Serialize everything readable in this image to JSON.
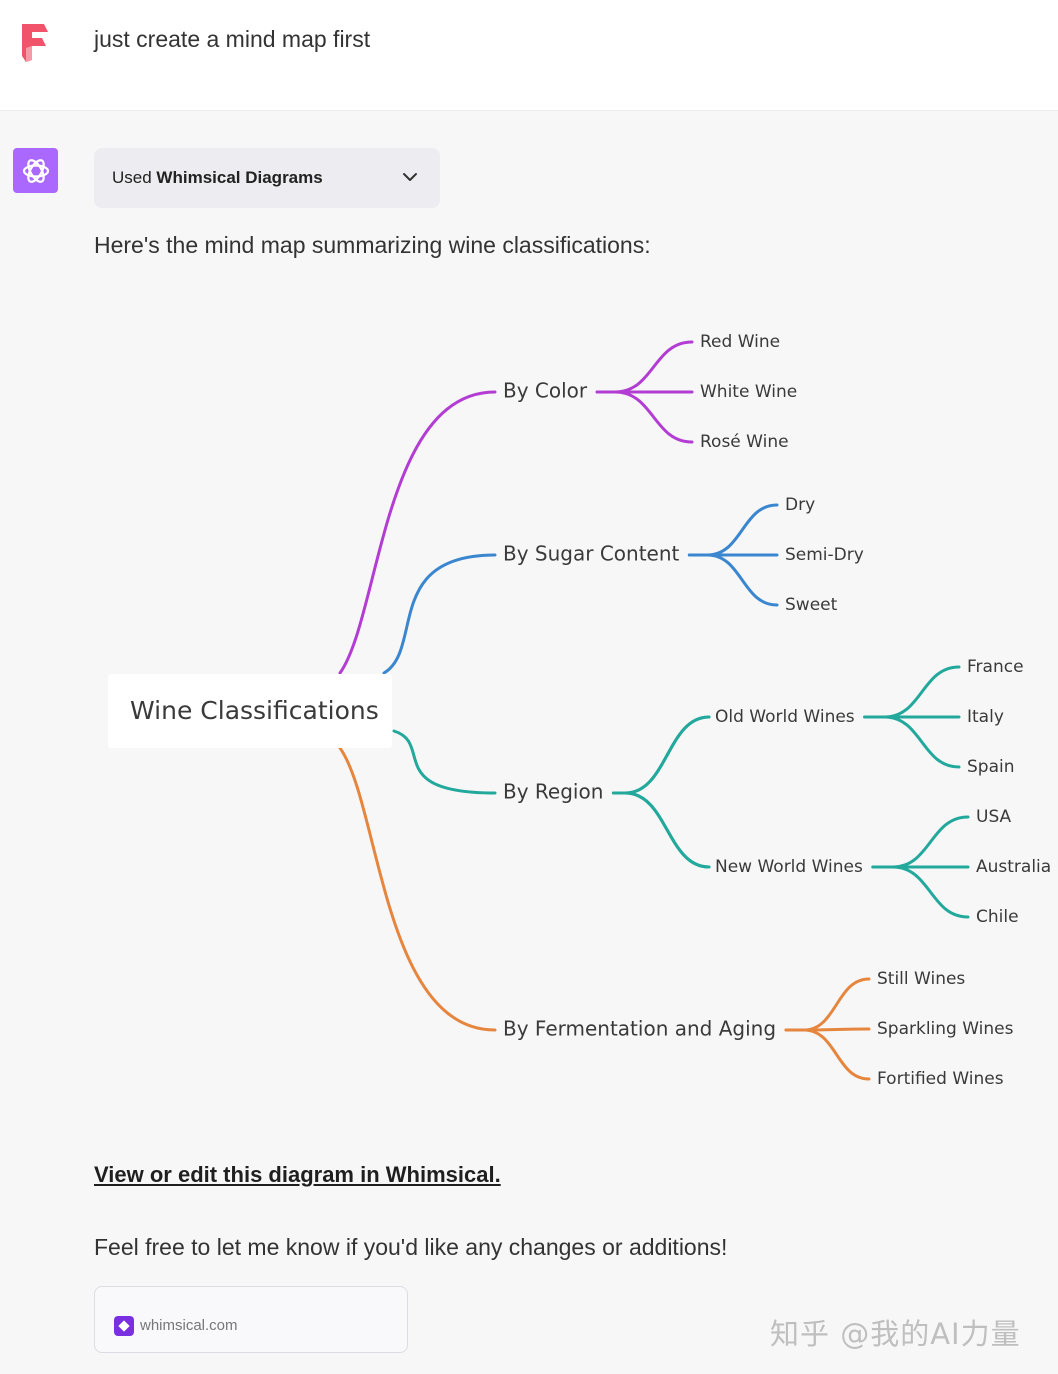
{
  "user": {
    "message": "just create a mind map first",
    "logo_icon": "user-app-logo-icon",
    "logo_color": "#f1546a"
  },
  "assistant": {
    "avatar_icon": "openai-logo-icon",
    "avatar_color": "#ab68ff",
    "tool": {
      "prefix": "Used",
      "name": "Whimsical Diagrams",
      "expand_icon": "chevron-down-icon"
    },
    "intro": "Here's the mind map summarizing wine classifications:",
    "link": "View or edit this diagram in Whimsical.",
    "outro": "Feel free to let me know if you'd like any changes or additions!",
    "source": {
      "favicon_icon": "whimsical-favicon-icon",
      "domain": "whimsical.com"
    }
  },
  "mindmap": {
    "root": "Wine Classifications",
    "branches": [
      {
        "label": "By Color",
        "color": "#b33dd3",
        "children": [
          {
            "label": "Red Wine"
          },
          {
            "label": "White Wine"
          },
          {
            "label": "Rosé Wine"
          }
        ]
      },
      {
        "label": "By Sugar Content",
        "color": "#3a86cf",
        "children": [
          {
            "label": "Dry"
          },
          {
            "label": "Semi-Dry"
          },
          {
            "label": "Sweet"
          }
        ]
      },
      {
        "label": "By Region",
        "color": "#23a89c",
        "children": [
          {
            "label": "Old World Wines",
            "children": [
              {
                "label": "France"
              },
              {
                "label": "Italy"
              },
              {
                "label": "Spain"
              }
            ]
          },
          {
            "label": "New World Wines",
            "children": [
              {
                "label": "USA"
              },
              {
                "label": "Australia"
              },
              {
                "label": "Chile"
              }
            ]
          }
        ]
      },
      {
        "label": "By Fermentation and Aging",
        "color": "#e6863e",
        "children": [
          {
            "label": "Still Wines"
          },
          {
            "label": "Sparkling Wines"
          },
          {
            "label": "Fortified Wines"
          }
        ]
      }
    ]
  },
  "watermark": "知乎 @我的AI力量"
}
